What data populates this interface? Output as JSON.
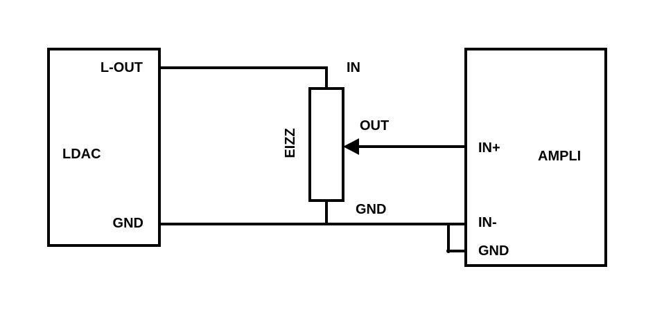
{
  "ldac": {
    "name": "LDAC",
    "pin_lout": "L-OUT",
    "pin_gnd": "GND"
  },
  "potentiometer": {
    "name": "EIZZ",
    "pin_in": "IN",
    "pin_out": "OUT",
    "pin_gnd": "GND"
  },
  "ampli": {
    "name": "AMPLI",
    "pin_in_plus": "IN+",
    "pin_in_minus": "IN-",
    "pin_gnd": "GND"
  },
  "colors": {
    "line": "#000000",
    "background": "#ffffff"
  }
}
